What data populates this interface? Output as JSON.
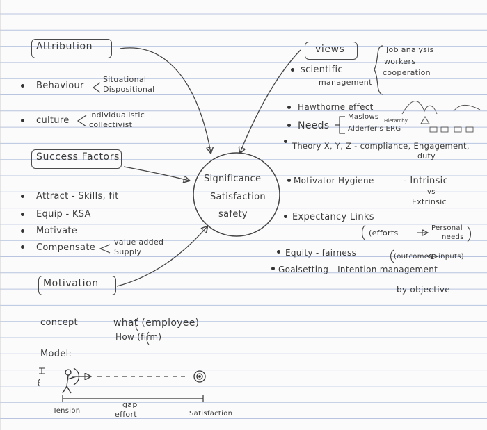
{
  "boxes": {
    "attribution": "Attribution",
    "success_factors": "Success Factors",
    "motivation": "Motivation",
    "views": "views"
  },
  "center": {
    "line1": "Significance",
    "line2": "Satisfaction",
    "line3": "safety"
  },
  "attribution_items": {
    "behaviour": "Behaviour",
    "behaviour_a": "Situational",
    "behaviour_b": "Dispositional",
    "culture": "culture",
    "culture_a": "individualistic",
    "culture_b": "collectivist"
  },
  "success_items": {
    "attract": "Attract - Skills, fit",
    "equip": "Equip - KSA",
    "motivate": "Motivate",
    "compensate": "Compensate",
    "comp_a": "value added",
    "comp_b": "Supply"
  },
  "concept": {
    "label": "concept",
    "what": "what (employee)",
    "how": "How (firm)"
  },
  "model": {
    "label": "Model:",
    "tension": "Tension",
    "gap": "gap",
    "effort": "effort",
    "satisfaction": "Satisfaction"
  },
  "views_items": {
    "scientific": "scientific",
    "management": "management",
    "sm_a": "Job analysis",
    "sm_b": "workers",
    "sm_c": "cooperation",
    "hawthorne": "Hawthorne effect",
    "needs": "Needs",
    "maslow": "Maslows",
    "hierarchy": "Hierarchy",
    "alderfer": "Alderfer's ERG",
    "theory": "Theory X, Y, Z - compliance, Engagement,",
    "duty": "duty",
    "motivator": "Motivator Hygiene",
    "intrinsic": "- Intrinsic",
    "vs": "vs",
    "extrinsic": "Extrinsic",
    "expectancy": "Expectancy Links",
    "efforts": "(efforts",
    "personal": "Personal",
    "needs_small": "needs",
    "equity": "Equity - fairness",
    "outcomes": "(outcomes",
    "inputs": "inputs)",
    "goal": "Goalsetting - Intention management",
    "by_objective": "by objective"
  },
  "icons": [
    "dart-target-icon",
    "archer-icon",
    "arrow-icon"
  ]
}
